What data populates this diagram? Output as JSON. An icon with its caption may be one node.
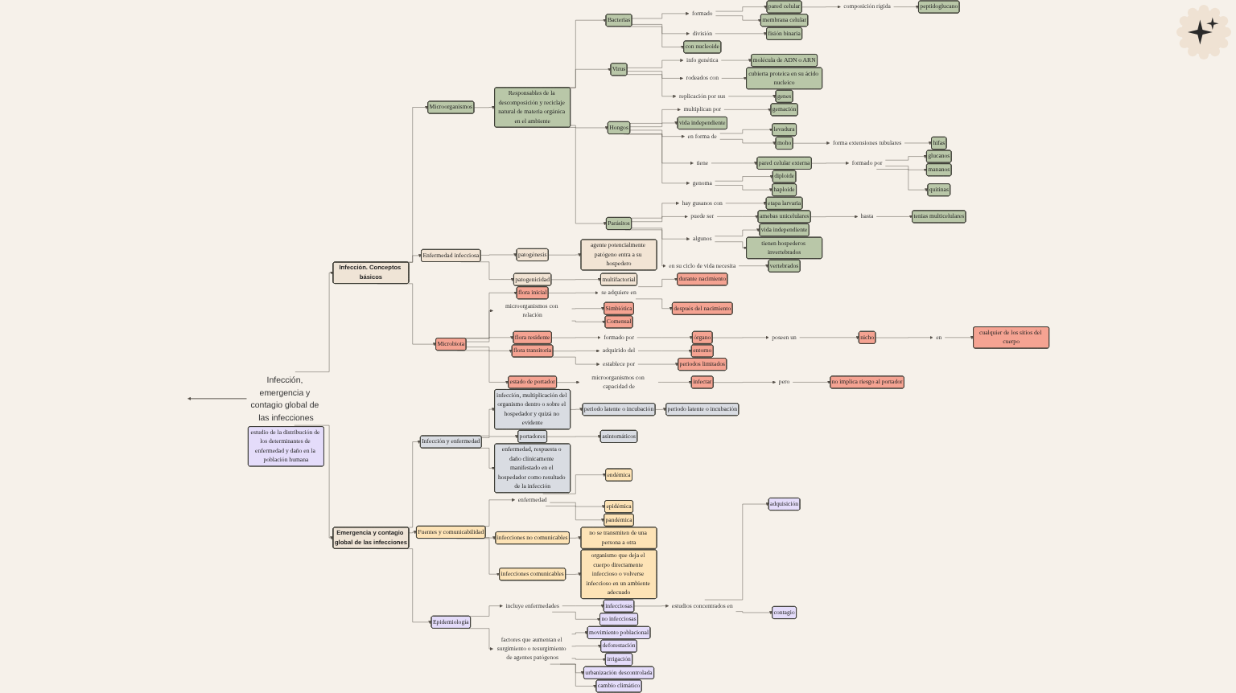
{
  "diagram": {
    "nodes": [
      {
        "text": [
          "Infección, emergencia y contagio global de las infecciones"
        ]
      },
      {
        "text": [
          "Infección. Conceptos básicos"
        ]
      },
      {
        "text": [
          "Microorganismos"
        ]
      },
      {
        "text": [
          "Responsables de la descomposición y reciclaje natural de materia orgánica en el ambiente"
        ]
      },
      {
        "text": [
          "Bacterias"
        ]
      },
      {
        "text": [
          "formado"
        ]
      },
      {
        "text": [
          "pared celular"
        ]
      },
      {
        "text": [
          "composición rígida"
        ]
      },
      {
        "text": [
          "peptidoglucano"
        ]
      },
      {
        "text": [
          "membrana celular"
        ]
      },
      {
        "text": [
          "división"
        ]
      },
      {
        "text": [
          "fisión binaria"
        ]
      },
      {
        "text": [
          "con nucleoide"
        ]
      },
      {
        "text": [
          "Virus"
        ]
      },
      {
        "text": [
          "info genética"
        ]
      },
      {
        "text": [
          "molécula de ADN o ARN"
        ]
      },
      {
        "text": [
          "rodeados con"
        ]
      },
      {
        "text": [
          "cubierta proteica en su ácido nucleico"
        ]
      },
      {
        "text": [
          "replicación por sus"
        ]
      },
      {
        "text": [
          "genes"
        ]
      },
      {
        "text": [
          "Hongos"
        ]
      },
      {
        "text": [
          "multiplican por"
        ]
      },
      {
        "text": [
          "gemación"
        ]
      },
      {
        "text": [
          "vida independiente"
        ]
      },
      {
        "text": [
          "en forma de"
        ]
      },
      {
        "text": [
          "levadura"
        ]
      },
      {
        "text": [
          "moho"
        ]
      },
      {
        "text": [
          "forma extensiones tubulares"
        ]
      },
      {
        "text": [
          "hifas"
        ]
      },
      {
        "text": [
          "tiene"
        ]
      },
      {
        "text": [
          "pared celular externa"
        ]
      },
      {
        "text": [
          "formado por"
        ]
      },
      {
        "text": [
          "glucanos"
        ]
      },
      {
        "text": [
          "mananos"
        ]
      },
      {
        "text": [
          "quitinas"
        ]
      },
      {
        "text": [
          "genoma"
        ]
      },
      {
        "text": [
          "diploide"
        ]
      },
      {
        "text": [
          "haploide"
        ]
      },
      {
        "text": [
          "Parásitos"
        ]
      },
      {
        "text": [
          "hay gusanos con"
        ]
      },
      {
        "text": [
          "etapa larvaria"
        ]
      },
      {
        "text": [
          "puede ser"
        ]
      },
      {
        "text": [
          "amebas unicelulares"
        ]
      },
      {
        "text": [
          "hasta"
        ]
      },
      {
        "text": [
          "tenias multicelulares"
        ]
      },
      {
        "text": [
          "algunos"
        ]
      },
      {
        "text": [
          "vida independiente"
        ]
      },
      {
        "text": [
          "tienen hospederos invertebrados"
        ]
      },
      {
        "text": [
          "en su ciclo de vida necesita"
        ]
      },
      {
        "text": [
          "vertebrados"
        ]
      },
      {
        "text": [
          "Enfermedad infecciosa"
        ]
      },
      {
        "text": [
          "patogénesis"
        ]
      },
      {
        "text": [
          "agente potencialmente patógeno entra a su hospedero"
        ]
      },
      {
        "text": [
          "patogenicidad"
        ]
      },
      {
        "text": [
          "multifactorial"
        ]
      },
      {
        "text": [
          "Microbiota"
        ]
      },
      {
        "text": [
          "flora inicial"
        ]
      },
      {
        "text": [
          "se adquiere en"
        ]
      },
      {
        "text": [
          "durante nacimiento"
        ]
      },
      {
        "text": [
          "después del nacimiento"
        ]
      },
      {
        "text": [
          "microorganismos con relación"
        ]
      },
      {
        "text": [
          "Simbiótica"
        ]
      },
      {
        "text": [
          "Comensal"
        ]
      },
      {
        "text": [
          "flora residente"
        ]
      },
      {
        "text": [
          "formado por"
        ]
      },
      {
        "text": [
          "órgano"
        ]
      },
      {
        "text": [
          "poseen un"
        ]
      },
      {
        "text": [
          "nicho"
        ]
      },
      {
        "text": [
          "en"
        ]
      },
      {
        "text": [
          "cualquier de los sitios del cuerpo"
        ]
      },
      {
        "text": [
          "flora transitoria"
        ]
      },
      {
        "text": [
          "adquirido del"
        ]
      },
      {
        "text": [
          "entorno"
        ]
      },
      {
        "text": [
          "establece por"
        ]
      },
      {
        "text": [
          "periodos limitados"
        ]
      },
      {
        "text": [
          "estado de portador"
        ]
      },
      {
        "text": [
          "microorganismos con capacidad de"
        ]
      },
      {
        "text": [
          "infectar"
        ]
      },
      {
        "text": [
          "pero"
        ]
      },
      {
        "text": [
          "no implica riesgo al portador"
        ]
      },
      {
        "text": [
          "Emergencia y contagio global de las infecciones"
        ]
      },
      {
        "text": [
          "Infección y enfermedad"
        ]
      },
      {
        "text": [
          "infección, multiplicación del organismo dentro o sobre el hospedador y quizá no evidente"
        ]
      },
      {
        "text": [
          "periodo latente o incubación"
        ]
      },
      {
        "text": [
          "periodo latente o incubación"
        ]
      },
      {
        "text": [
          "portadores"
        ]
      },
      {
        "text": [
          "asintomáticos"
        ]
      },
      {
        "text": [
          "enfermedad, respuesta o daño clínicamente manifestado en el hospedador como resultado de la infección"
        ]
      },
      {
        "text": [
          "Fuentes y comunicabilidad"
        ]
      },
      {
        "text": [
          "enfermedad"
        ]
      },
      {
        "text": [
          "endémica"
        ]
      },
      {
        "text": [
          "epidémica"
        ]
      },
      {
        "text": [
          "pandémica"
        ]
      },
      {
        "text": [
          "infecciones no comunicables"
        ]
      },
      {
        "text": [
          "no se transmiten de una persona a otra"
        ]
      },
      {
        "text": [
          "infecciones comunicables"
        ]
      },
      {
        "text": [
          "organismo que deja el cuerpo directamente infeccioso o volverse infeccioso en un ambiente adecuado"
        ]
      },
      {
        "text": [
          "Epidemiología"
        ]
      },
      {
        "text": [
          "incluye enfermedades"
        ]
      },
      {
        "text": [
          "infecciosas"
        ]
      },
      {
        "text": [
          "no infecciosas"
        ]
      },
      {
        "text": [
          "estudios concentrados en"
        ]
      },
      {
        "text": [
          "adquisición"
        ]
      },
      {
        "text": [
          "contagio"
        ]
      },
      {
        "text": [
          "factores que aumentan el surgimiento o resurgimiento de agentes patógenos"
        ]
      },
      {
        "text": [
          "movimiento poblacional"
        ]
      },
      {
        "text": [
          "deforestación"
        ]
      },
      {
        "text": [
          "irrigación"
        ]
      },
      {
        "text": [
          "urbanización descontrolada"
        ]
      },
      {
        "text": [
          "cambio climático"
        ]
      },
      {
        "text": [
          "estudio de la distribución de los determinantes de enfermedad y daño en la población humana"
        ]
      }
    ],
    "edges": [
      {
        "from": 0,
        "to": 1,
        "arrow": "to"
      },
      {
        "from": 0,
        "to": 80,
        "arrow": "to"
      },
      {
        "from": 0,
        "to": null,
        "arrow": "to"
      },
      {
        "from": 1,
        "to": 2,
        "arrow": "to"
      },
      {
        "from": 1,
        "to": 50,
        "arrow": "to"
      },
      {
        "from": 1,
        "to": 55,
        "arrow": "to"
      },
      {
        "from": 2,
        "to": 3,
        "arrow": "to"
      },
      {
        "from": 3,
        "to": 4,
        "arrow": "to"
      },
      {
        "from": 3,
        "to": 13,
        "arrow": "to"
      },
      {
        "from": 3,
        "to": 20,
        "arrow": "to"
      },
      {
        "from": 3,
        "to": 38,
        "arrow": "to"
      },
      {
        "from": 4,
        "to": 5,
        "arrow": "to"
      },
      {
        "from": 5,
        "to": 6,
        "arrow": "to"
      },
      {
        "from": 5,
        "to": 9,
        "arrow": "to"
      },
      {
        "from": 6,
        "to": 7,
        "arrow": "to"
      },
      {
        "from": 7,
        "to": 8,
        "arrow": "to"
      },
      {
        "from": 4,
        "to": 10,
        "arrow": "to"
      },
      {
        "from": 10,
        "to": 11,
        "arrow": "to"
      },
      {
        "from": 4,
        "to": 12,
        "arrow": "to"
      },
      {
        "from": 13,
        "to": 14,
        "arrow": "to"
      },
      {
        "from": 14,
        "to": 15,
        "arrow": "to"
      },
      {
        "from": 13,
        "to": 16,
        "arrow": "to"
      },
      {
        "from": 16,
        "to": 17,
        "arrow": "to"
      },
      {
        "from": 13,
        "to": 18,
        "arrow": "to"
      },
      {
        "from": 18,
        "to": 19,
        "arrow": "to"
      },
      {
        "from": 20,
        "to": 21,
        "arrow": "to"
      },
      {
        "from": 21,
        "to": 22,
        "arrow": "to"
      },
      {
        "from": 20,
        "to": 23,
        "arrow": "to"
      },
      {
        "from": 20,
        "to": 24,
        "arrow": "to"
      },
      {
        "from": 24,
        "to": 25,
        "arrow": "to"
      },
      {
        "from": 24,
        "to": 26,
        "arrow": "to"
      },
      {
        "from": 26,
        "to": 27,
        "arrow": "to"
      },
      {
        "from": 27,
        "to": 28,
        "arrow": "to"
      },
      {
        "from": 20,
        "to": 29,
        "arrow": "to"
      },
      {
        "from": 29,
        "to": 30,
        "arrow": "to"
      },
      {
        "from": 30,
        "to": 31,
        "arrow": "to"
      },
      {
        "from": 31,
        "to": 32,
        "arrow": "to"
      },
      {
        "from": 31,
        "to": 33,
        "arrow": "to"
      },
      {
        "from": 31,
        "to": 34,
        "arrow": "to"
      },
      {
        "from": 20,
        "to": 35,
        "arrow": "to"
      },
      {
        "from": 35,
        "to": 36,
        "arrow": "to"
      },
      {
        "from": 35,
        "to": 37,
        "arrow": "to"
      },
      {
        "from": 38,
        "to": 39,
        "arrow": "to"
      },
      {
        "from": 39,
        "to": 40,
        "arrow": "to"
      },
      {
        "from": 38,
        "to": 41,
        "arrow": "to"
      },
      {
        "from": 41,
        "to": 42,
        "arrow": "to"
      },
      {
        "from": 42,
        "to": 43,
        "arrow": "to"
      },
      {
        "from": 43,
        "to": 44,
        "arrow": "to"
      },
      {
        "from": 38,
        "to": 45,
        "arrow": "to"
      },
      {
        "from": 45,
        "to": 46,
        "arrow": "to"
      },
      {
        "from": 45,
        "to": 47,
        "arrow": "to"
      },
      {
        "from": 38,
        "to": 48,
        "arrow": "to"
      },
      {
        "from": 48,
        "to": 49,
        "arrow": "to"
      },
      {
        "from": 50,
        "to": 51,
        "arrow": "to"
      },
      {
        "from": 51,
        "to": 52,
        "arrow": "to"
      },
      {
        "from": 50,
        "to": 53,
        "arrow": "to"
      },
      {
        "from": 53,
        "to": 54,
        "arrow": "to"
      },
      {
        "from": 55,
        "to": 56,
        "arrow": "to"
      },
      {
        "from": 56,
        "to": 57,
        "arrow": "to"
      },
      {
        "from": 57,
        "to": 58,
        "arrow": "to"
      },
      {
        "from": 57,
        "to": 59,
        "arrow": "to"
      },
      {
        "from": 55,
        "to": 60,
        "arrow": "to"
      },
      {
        "from": 60,
        "to": 61,
        "arrow": "to"
      },
      {
        "from": 60,
        "to": 62,
        "arrow": "to"
      },
      {
        "from": 55,
        "to": 63,
        "arrow": "to"
      },
      {
        "from": 63,
        "to": 64,
        "arrow": "to"
      },
      {
        "from": 64,
        "to": 65,
        "arrow": "to"
      },
      {
        "from": 65,
        "to": 66,
        "arrow": "to"
      },
      {
        "from": 66,
        "to": 67,
        "arrow": "to"
      },
      {
        "from": 67,
        "to": 68,
        "arrow": "to"
      },
      {
        "from": 68,
        "to": 69,
        "arrow": "to"
      },
      {
        "from": 55,
        "to": 70,
        "arrow": "to"
      },
      {
        "from": 70,
        "to": 71,
        "arrow": "to"
      },
      {
        "from": 71,
        "to": 72,
        "arrow": "to"
      },
      {
        "from": 70,
        "to": 73,
        "arrow": "to"
      },
      {
        "from": 73,
        "to": 74,
        "arrow": "to"
      },
      {
        "from": 55,
        "to": 75,
        "arrow": "to"
      },
      {
        "from": 75,
        "to": 76,
        "arrow": "to"
      },
      {
        "from": 76,
        "to": 77,
        "arrow": "to"
      },
      {
        "from": 77,
        "to": 78,
        "arrow": "to"
      },
      {
        "from": 78,
        "to": 79,
        "arrow": "to"
      },
      {
        "from": 80,
        "to": 81,
        "arrow": "to"
      },
      {
        "from": 80,
        "to": 88,
        "arrow": "to"
      },
      {
        "from": 80,
        "to": 97,
        "arrow": "to"
      },
      {
        "from": 81,
        "to": 82,
        "arrow": "to"
      },
      {
        "from": 82,
        "to": 83,
        "arrow": "to"
      },
      {
        "from": 83,
        "to": 84,
        "arrow": "to"
      },
      {
        "from": 81,
        "to": 85,
        "arrow": "to"
      },
      {
        "from": 85,
        "to": 86,
        "arrow": "to"
      },
      {
        "from": 81,
        "to": 87,
        "arrow": "to"
      },
      {
        "from": 88,
        "to": 89,
        "arrow": "to"
      },
      {
        "from": 89,
        "to": 90,
        "arrow": "to"
      },
      {
        "from": 89,
        "to": 91,
        "arrow": "to"
      },
      {
        "from": 89,
        "to": 92,
        "arrow": "to"
      },
      {
        "from": 88,
        "to": 93,
        "arrow": "to"
      },
      {
        "from": 93,
        "to": 94,
        "arrow": "to"
      },
      {
        "from": 88,
        "to": 95,
        "arrow": "to"
      },
      {
        "from": 95,
        "to": 96,
        "arrow": "to"
      },
      {
        "from": 97,
        "to": 98,
        "arrow": "to"
      },
      {
        "from": 98,
        "to": 99,
        "arrow": "to"
      },
      {
        "from": 98,
        "to": 100,
        "arrow": "to"
      },
      {
        "from": 99,
        "to": 101,
        "arrow": "to"
      },
      {
        "from": 101,
        "to": 102,
        "arrow": "to"
      },
      {
        "from": 101,
        "to": 103,
        "arrow": "to"
      },
      {
        "from": 97,
        "to": 104,
        "arrow": "to"
      },
      {
        "from": 104,
        "to": 105,
        "arrow": "to"
      },
      {
        "from": 104,
        "to": 106,
        "arrow": "to"
      },
      {
        "from": 104,
        "to": 107,
        "arrow": "to"
      },
      {
        "from": 104,
        "to": 108,
        "arrow": "to"
      },
      {
        "from": 104,
        "to": 109,
        "arrow": "to"
      }
    ]
  }
}
